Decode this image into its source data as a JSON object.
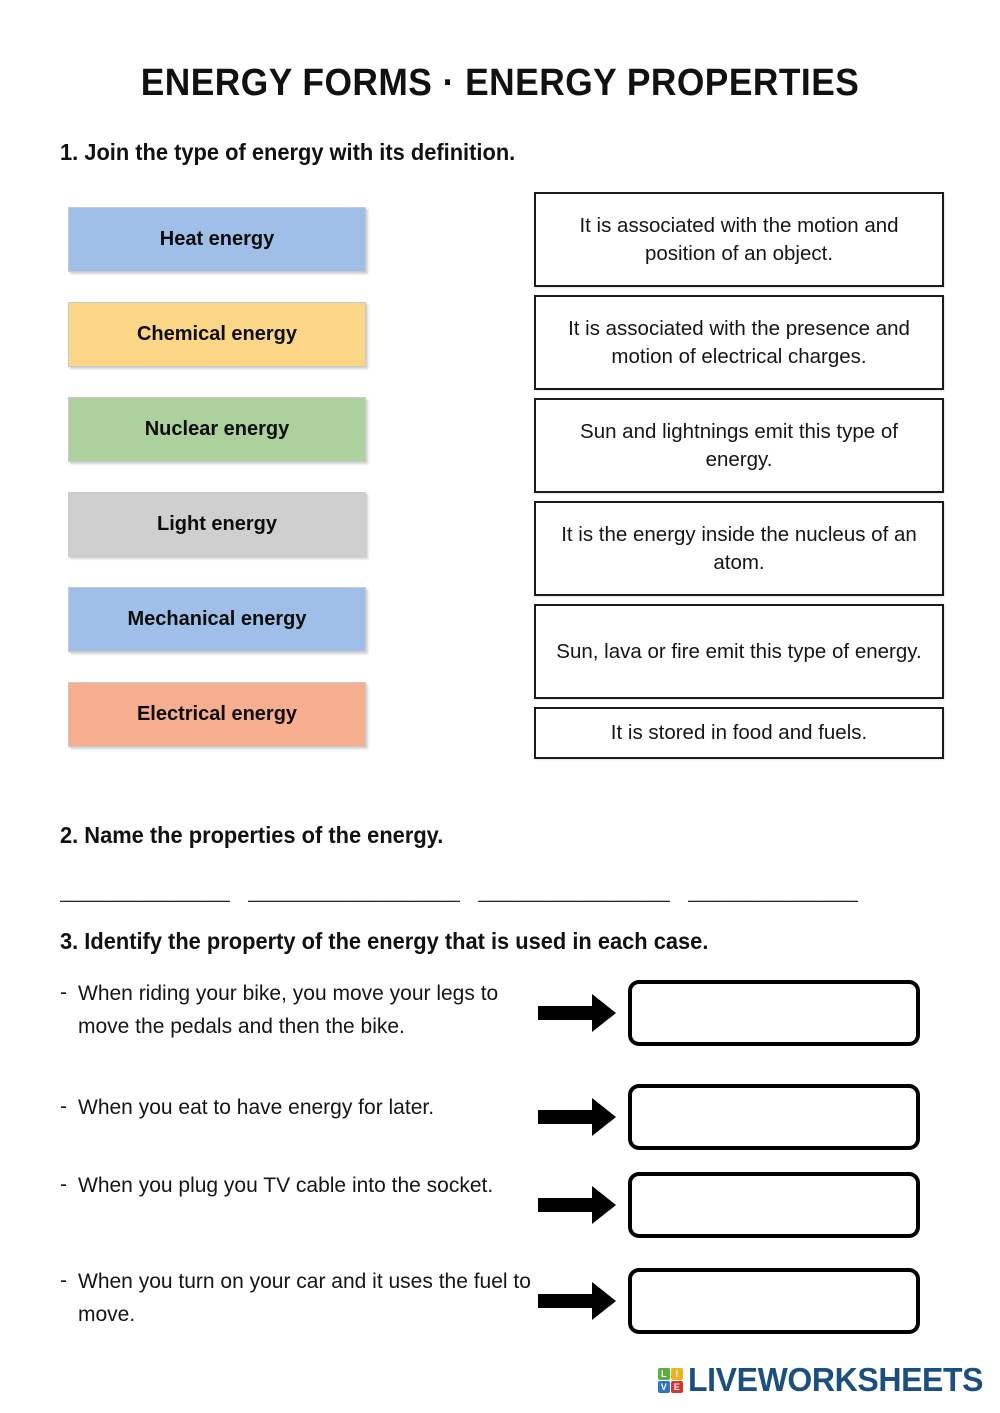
{
  "title": "ENERGY FORMS · ENERGY PROPERTIES",
  "exercise1": {
    "heading": "1. Join the type of energy with its definition.",
    "terms": [
      {
        "label": "Heat energy",
        "color": "#9FBFE8"
      },
      {
        "label": "Chemical energy",
        "color": "#FCD687"
      },
      {
        "label": "Nuclear energy",
        "color": "#ADD19D"
      },
      {
        "label": "Light energy",
        "color": "#CFCFCF"
      },
      {
        "label": "Mechanical energy",
        "color": "#9FBFE8"
      },
      {
        "label": "Electrical energy",
        "color": "#F6AE8E"
      }
    ],
    "definitions": [
      "It is associated with the motion and position of an object.",
      "It is associated with the presence and motion of electrical charges.",
      "Sun and lightnings emit this type of energy.",
      "It is the energy inside the nucleus of an atom.",
      "Sun, lava or fire emit this type of energy.",
      "It is stored in food and fuels."
    ]
  },
  "exercise2": {
    "heading": "2. Name the properties of the energy.",
    "blanks": [
      "________________",
      "____________________",
      "__________________",
      "________________"
    ]
  },
  "exercise3": {
    "heading": "3. Identify the property of the energy that is used in each case.",
    "bullet": "-",
    "cases": [
      {
        "text": "When riding your bike, you move your legs to move the pedals and then the bike.",
        "answer": ""
      },
      {
        "text": "When you eat to have energy for later.",
        "answer": ""
      },
      {
        "text": "When you plug you TV cable into the socket.",
        "answer": ""
      },
      {
        "text": "When you turn on your car and it uses the fuel to move.",
        "answer": ""
      }
    ]
  },
  "footer": {
    "logo_tiles": [
      {
        "letter": "L",
        "color": "#5CAD43"
      },
      {
        "letter": "I",
        "color": "#F2B21B"
      },
      {
        "letter": "V",
        "color": "#2F74C0"
      },
      {
        "letter": "E",
        "color": "#D6342C"
      }
    ],
    "wordmark": "LIVEWORKSHEETS",
    "wordmark_color": "#1b4f7e"
  }
}
